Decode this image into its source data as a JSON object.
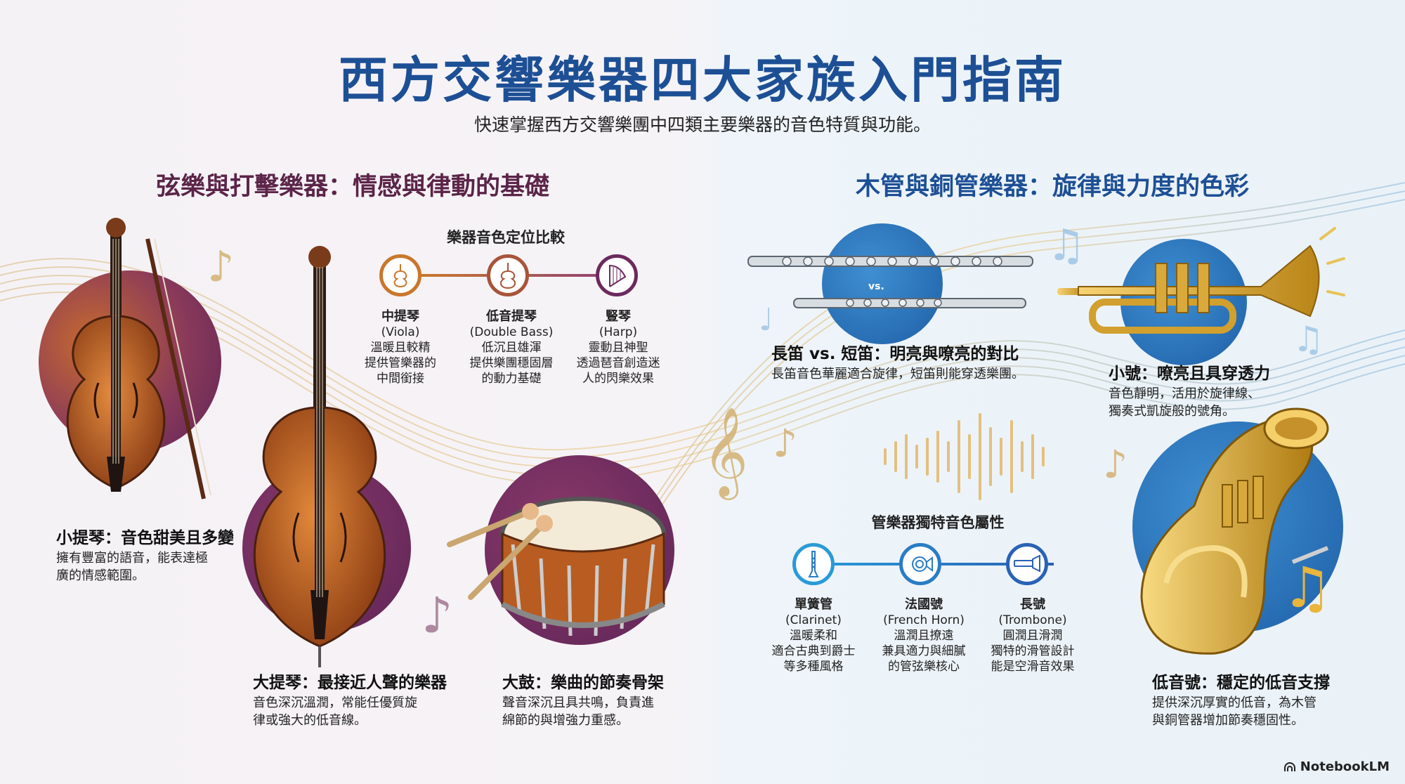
{
  "header": {
    "title": "西方交響樂器四大家族入門指南",
    "subtitle": "快速掌握西方交響樂團中四類主要樂器的音色特質與功能。"
  },
  "left_section": {
    "heading": "弦樂與打擊樂器：情感與律動的基礎",
    "comparison": {
      "title": "樂器音色定位比較",
      "nodes": [
        {
          "name": "中提琴",
          "en": "(Viola)",
          "desc1": "溫暖且較精",
          "desc2": "提供管樂器的",
          "desc3": "中間銜接",
          "icon": "viola-icon"
        },
        {
          "name": "低音提琴",
          "en": "(Double Bass)",
          "desc1": "低沉且雄渾",
          "desc2": "提供樂團穩固層",
          "desc3": "的動力基礎",
          "icon": "double-bass-icon"
        },
        {
          "name": "豎琴",
          "en": "(Harp)",
          "desc1": "靈動且神聖",
          "desc2": "透過琶音創造迷",
          "desc3": "人的閃樂效果",
          "icon": "harp-icon"
        }
      ]
    },
    "violin": {
      "heading": "小提琴：音色甜美且多變",
      "body1": "擁有豐富的語音，能表達極",
      "body2": "廣的情感範圍。"
    },
    "cello": {
      "heading": "大提琴：最接近人聲的樂器",
      "body1": "音色深沉溫潤，常能任優質旋",
      "body2": "律或強大的低音線。"
    },
    "drum": {
      "heading": "大鼓：樂曲的節奏骨架",
      "body1": "聲音深沉且具共鳴，負責進",
      "body2": "綿節的與增強力重感。"
    }
  },
  "right_section": {
    "heading": "木管與銅管樂器：旋律與力度的色彩",
    "flute": {
      "vs": "vs.",
      "heading": "長笛 vs. 短笛：明亮與嘹亮的對比",
      "body1": "長笛音色華麗適合旋律，短笛則能穿透樂團。"
    },
    "trumpet": {
      "heading": "小號：嘹亮且具穿透力",
      "body1": "音色靜明，活用於旋律線、",
      "body2": "獨奏式凱旋般的號角。"
    },
    "comparison": {
      "title": "管樂器獨特音色屬性",
      "nodes": [
        {
          "name": "單簧管",
          "en": "(Clarinet)",
          "desc1": "溫暖柔和",
          "desc2": "適合古典到爵士",
          "desc3": "等多種風格",
          "icon": "clarinet-icon"
        },
        {
          "name": "法國號",
          "en": "(French Horn)",
          "desc1": "溫潤且撩遠",
          "desc2": "兼具適力與細膩",
          "desc3": "的管弦樂核心",
          "icon": "french-horn-icon"
        },
        {
          "name": "長號",
          "en": "(Trombone)",
          "desc1": "圓潤且滑潤",
          "desc2": "獨特的滑管設計",
          "desc3": "能是空滑音效果",
          "icon": "trombone-icon"
        }
      ]
    },
    "tuba": {
      "heading": "低音號：穩定的低音支撐",
      "body1": "提供深沉厚實的低音，為木管",
      "body2": "與銅管器增加節奏穩固性。"
    }
  },
  "watermark": "NotebookLM",
  "colors": {
    "title": "#1d4f95",
    "left_heading": "#5b2448",
    "left_accent": "#c9772c",
    "left_purple": "#6b2a5e",
    "right_accent": "#2a7dc4"
  }
}
